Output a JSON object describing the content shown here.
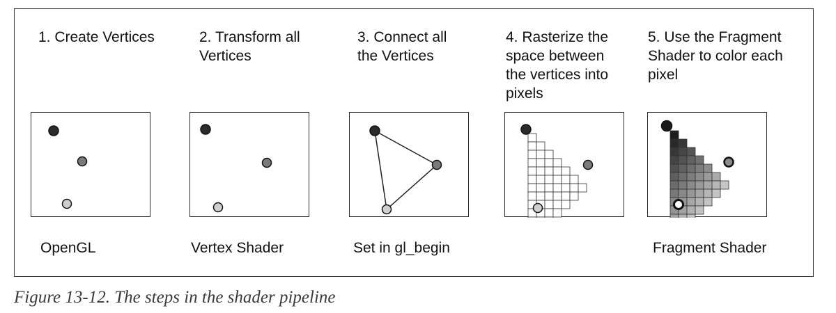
{
  "figure": {
    "steps": [
      {
        "title": "1. Create Vertices",
        "stage": "OpenGL"
      },
      {
        "title": "2. Transform all\nVertices",
        "stage": "Vertex Shader"
      },
      {
        "title": "3. Connect all\nthe Vertices",
        "stage": "Set in gl_begin"
      },
      {
        "title": "4. Rasterize the\nspace between\nthe vertices into\npixels",
        "stage": ""
      },
      {
        "title": "5. Use the Fragment\nShader to color each\npixel",
        "stage": "Fragment Shader"
      }
    ],
    "caption": "Figure 13-12. The steps in the shader pipeline"
  },
  "colors": {
    "vertex_dark": "#2b2b2b",
    "vertex_mid": "#7a7a7a",
    "vertex_light": "#cfcfcf",
    "line": "#222222"
  }
}
